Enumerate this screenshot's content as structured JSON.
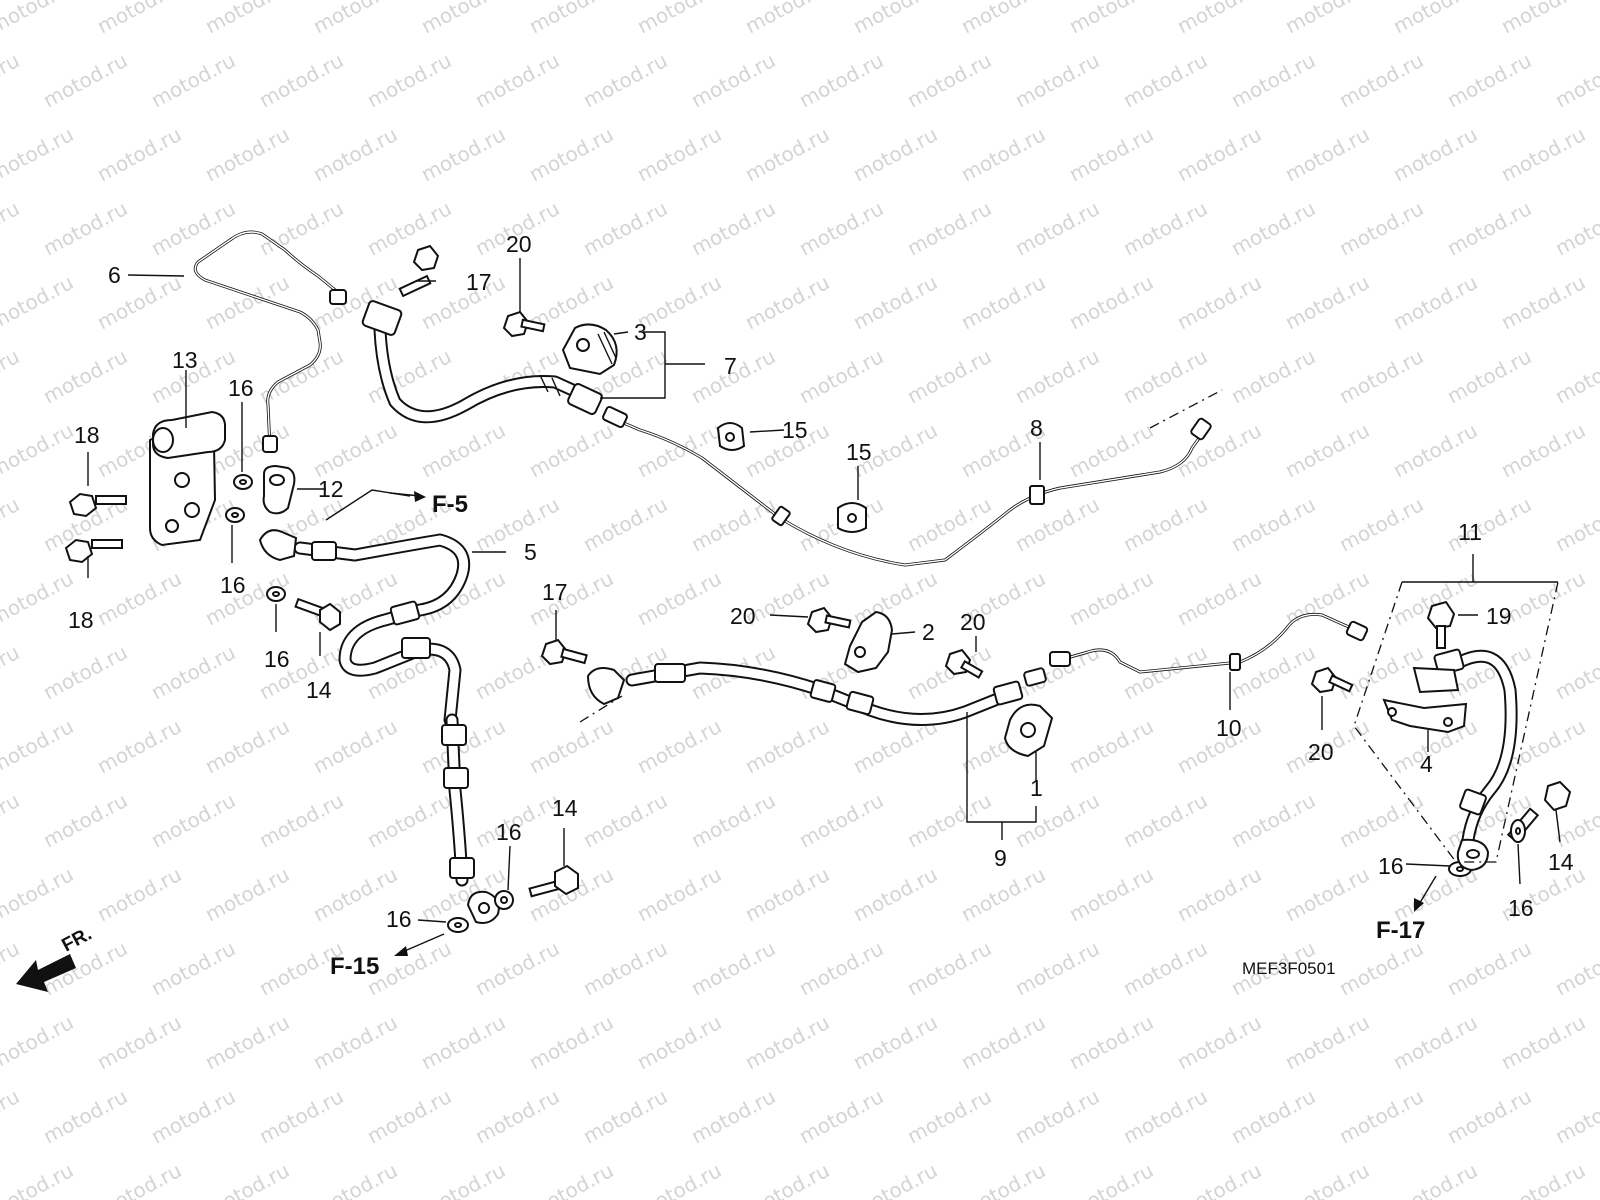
{
  "watermark": "motod.ru",
  "callouts": [
    "1",
    "2",
    "3",
    "4",
    "5",
    "6",
    "7",
    "8",
    "9",
    "10",
    "11",
    "12",
    "13",
    "14",
    "15",
    "16",
    "17",
    "18",
    "19",
    "20"
  ],
  "refs": {
    "f5": "F-5",
    "f15": "F-15",
    "f17": "F-17"
  },
  "front_label": "FR.",
  "drawing_code": "MEF3F0501",
  "colors": {
    "ink": "#111111",
    "watermark": "#d4d4d4",
    "background": "#ffffff"
  }
}
